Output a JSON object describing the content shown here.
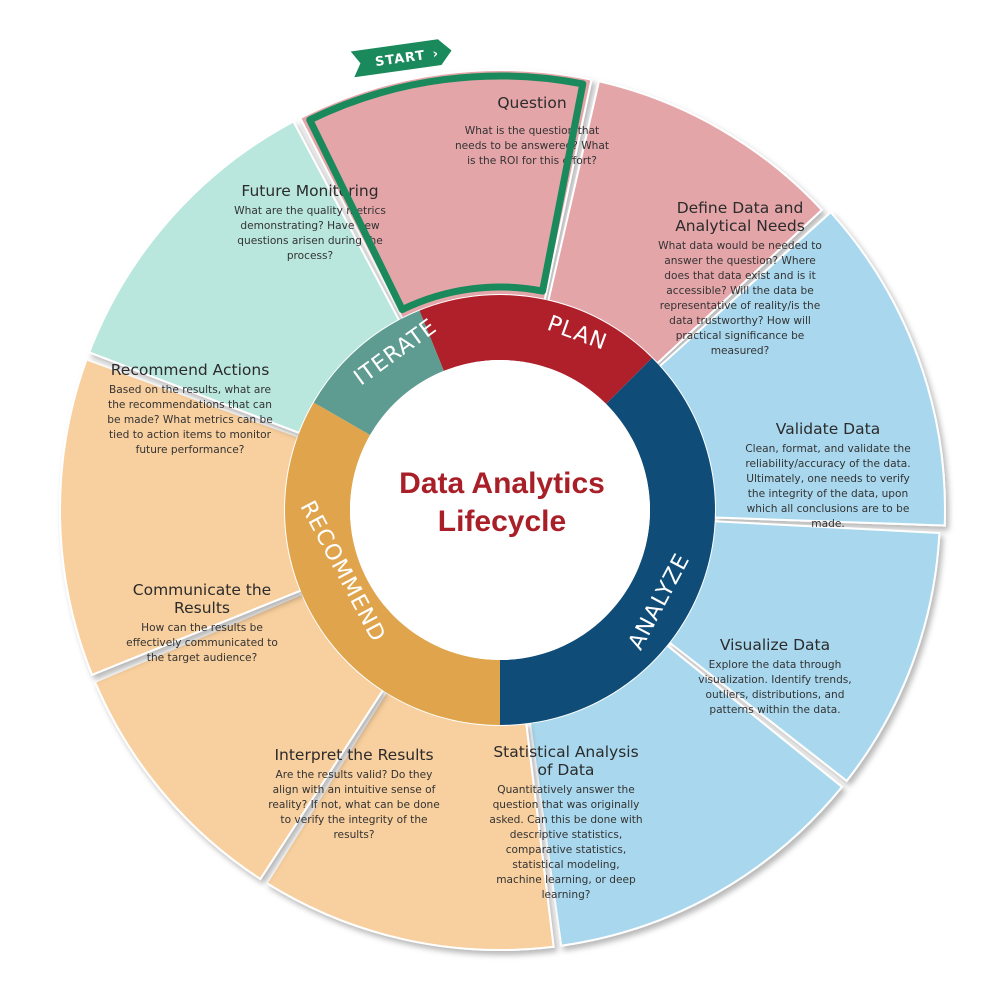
{
  "title": "Data Analytics Lifecycle",
  "title_lines": [
    "Data Analytics",
    "Lifecycle"
  ],
  "start_label": "START",
  "colors": {
    "plan_ring": "#b0202b",
    "analyze_ring": "#0f4d78",
    "recommend_ring": "#e0a54c",
    "iterate_ring": "#5e9c92",
    "plan_segment": "#e4a5a9",
    "analyze_segment": "#a9d8ee",
    "recommend_segment": "#f8cf9e",
    "iterate_segment": "#b9e6dd",
    "start_highlight": "#1a8a5c",
    "center_title": "#a81f28"
  },
  "phases": [
    {
      "key": "plan",
      "label": "PLAN"
    },
    {
      "key": "analyze",
      "label": "ANALYZE"
    },
    {
      "key": "recommend",
      "label": "RECOMMEND"
    },
    {
      "key": "iterate",
      "label": "ITERATE"
    }
  ],
  "segments": [
    {
      "key": "question",
      "phase": "plan",
      "title": [
        "Question"
      ],
      "desc": [
        "What is the question that",
        "needs to be answered? What",
        "is the ROI for this effort?"
      ]
    },
    {
      "key": "define-data",
      "phase": "plan",
      "title": [
        "Define Data and",
        "Analytical Needs"
      ],
      "desc": [
        "What data would be needed to",
        "answer the question? Where",
        "does that data exist and is it",
        "accessible? Will the data be",
        "representative of reality/is the",
        "data trustworthy? How will",
        "practical significance be",
        "measured?"
      ]
    },
    {
      "key": "validate-data",
      "phase": "analyze",
      "title": [
        "Validate Data"
      ],
      "desc": [
        "Clean, format, and validate the",
        "reliability/accuracy of the data.",
        "Ultimately, one needs to verify",
        "the integrity of the data, upon",
        "which all conclusions are to be",
        "made."
      ]
    },
    {
      "key": "visualize-data",
      "phase": "analyze",
      "title": [
        "Visualize Data"
      ],
      "desc": [
        "Explore the data through",
        "visualization. Identify trends,",
        "outliers, distributions, and",
        "patterns within the data."
      ]
    },
    {
      "key": "statistical-analysis",
      "phase": "analyze",
      "title": [
        "Statistical Analysis",
        "of Data"
      ],
      "desc": [
        "Quantitatively answer the",
        "question that was originally",
        "asked. Can this be done with",
        "descriptive statistics,",
        "comparative statistics,",
        "statistical modeling,",
        "machine learning, or deep",
        "learning?"
      ]
    },
    {
      "key": "interpret-results",
      "phase": "recommend",
      "title": [
        "Interpret the Results"
      ],
      "desc": [
        "Are the results valid? Do they",
        "align with an intuitive sense of",
        "reality? If not, what can be done",
        "to verify the integrity of the",
        "results?"
      ]
    },
    {
      "key": "communicate-results",
      "phase": "recommend",
      "title": [
        "Communicate the",
        "Results"
      ],
      "desc": [
        "How can the results be",
        "effectively communicated to",
        "the target audience?"
      ]
    },
    {
      "key": "recommend-actions",
      "phase": "recommend",
      "title": [
        "Recommend Actions"
      ],
      "desc": [
        "Based on the results, what are",
        "the recommendations that can",
        "be made? What metrics can be",
        "tied to action items to monitor",
        "future performance?"
      ]
    },
    {
      "key": "future-monitoring",
      "phase": "iterate",
      "title": [
        "Future Monitoring"
      ],
      "desc": [
        "What are the quality metrics",
        "demonstrating? Have new",
        "questions arisen during the",
        "process?"
      ]
    }
  ]
}
